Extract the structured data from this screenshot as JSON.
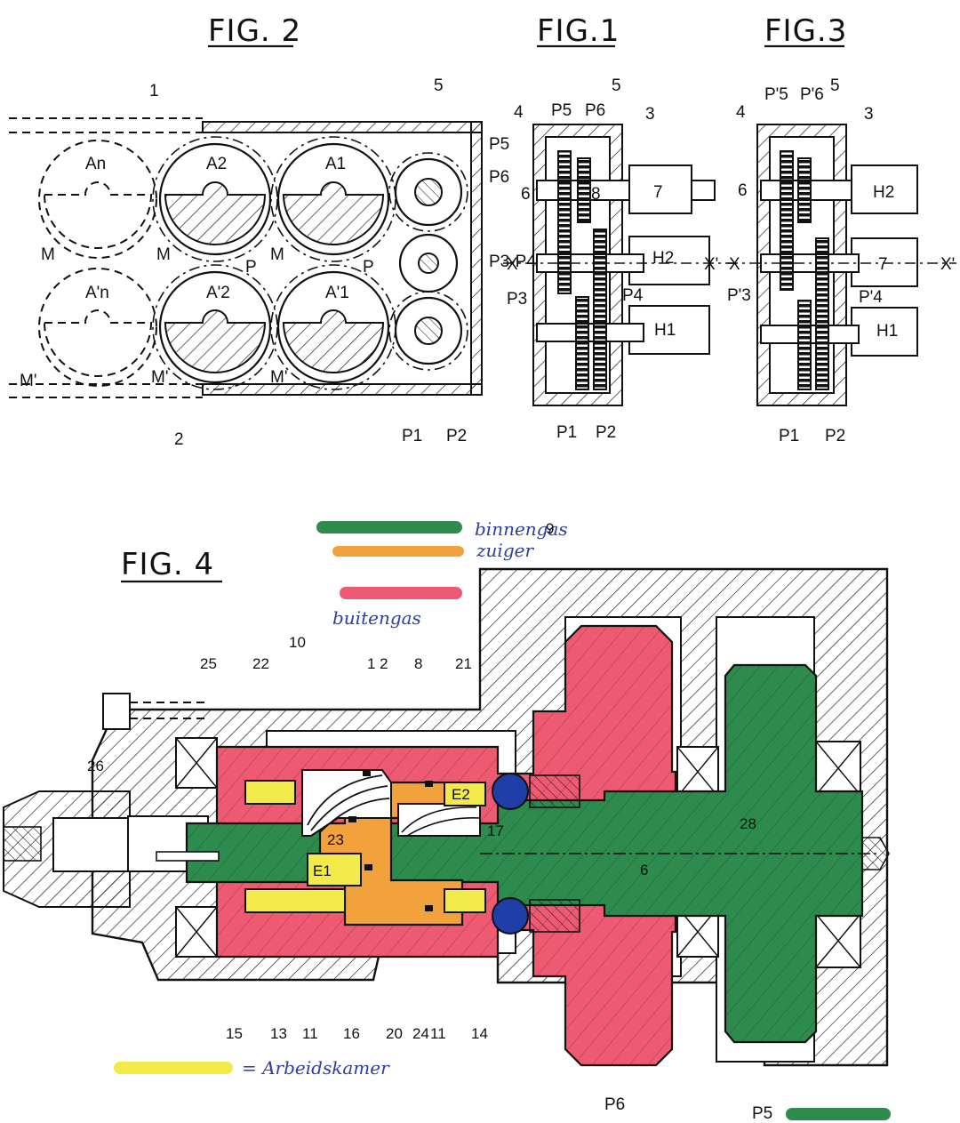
{
  "figures": {
    "fig2": {
      "title": "FIG. 2",
      "labels": [
        "1",
        "2",
        "5",
        "P5",
        "P6",
        "P3-P4",
        "P1",
        "P2",
        "An",
        "A2",
        "A1",
        "A'n",
        "A'2",
        "A'1",
        "M",
        "M",
        "M",
        "M'",
        "M'",
        "M'",
        "P",
        "P"
      ]
    },
    "fig1": {
      "title": "FIG.1",
      "labels": [
        "4",
        "5",
        "3",
        "P5",
        "P6",
        "6",
        "8",
        "7",
        "X",
        "X'",
        "H2",
        "P3",
        "P4",
        "H1",
        "P1",
        "P2"
      ]
    },
    "fig3": {
      "title": "FIG.3",
      "labels": [
        "4",
        "5",
        "3",
        "P'5",
        "P'6",
        "6",
        "H2",
        "X",
        "X'",
        "7",
        "P'3",
        "P'4",
        "H1",
        "P1",
        "P2"
      ]
    },
    "fig4": {
      "title": "FIG. 4",
      "top_labels": [
        "25",
        "22",
        "10",
        "1 2",
        "8",
        "21",
        "9"
      ],
      "inner_labels": [
        "26",
        "E2",
        "E1",
        "23",
        "17",
        "28",
        "6"
      ],
      "bottom_labels": [
        "15",
        "13",
        "11",
        "16",
        "20",
        "24",
        "11",
        "14"
      ],
      "gear_labels": [
        "P6",
        "P5"
      ]
    }
  },
  "annotations": {
    "legend_green": "binnengas",
    "legend_orange": "zuiger",
    "legend_red": "buitengas",
    "legend_yellow": "= Arbeidskamer"
  },
  "colors": {
    "green": "#2e8b4e",
    "orange": "#f2a23c",
    "red": "#ef5a73",
    "yellow": "#f2ea4a",
    "blue": "#1f3ea8",
    "ink": "#111111"
  }
}
